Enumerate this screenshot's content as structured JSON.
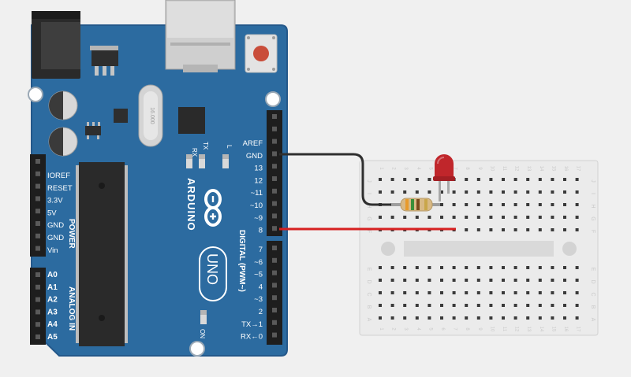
{
  "board": {
    "brand": "ARDUINO",
    "model": "UNO",
    "crystal_marking": "16.000",
    "header_right_upper": [
      "AREF",
      "GND",
      "13",
      "12",
      "~11",
      "~10",
      "~9",
      "8"
    ],
    "header_right_lower": [
      "7",
      "~6",
      "~5",
      "4",
      "~3",
      "2",
      "TX→1",
      "RX←0"
    ],
    "digital_label": "DIGITAL (PWM~)",
    "power_pins": [
      "IOREF",
      "RESET",
      "3.3V",
      "5V",
      "GND",
      "GND",
      "Vin"
    ],
    "power_label": "POWER",
    "analog_pins": [
      "A0",
      "A1",
      "A2",
      "A3",
      "A4",
      "A5"
    ],
    "analog_label": "ANALOG IN",
    "led_labels": [
      "RX",
      "TX",
      "L"
    ],
    "on_label": "ON"
  },
  "breadboard": {
    "row_letters_top": [
      "J",
      "I",
      "H",
      "G",
      "F"
    ],
    "row_letters_bottom": [
      "E",
      "D",
      "C",
      "B",
      "A"
    ],
    "column_count": 17
  },
  "components": {
    "led_color": "#c0262b",
    "resistor_bands": [
      "#e89a2a",
      "#3a8f3a",
      "#7a4a1c",
      "#c9a64a"
    ],
    "wire_gnd_color": "#2f2f2f",
    "wire_signal_color": "#d62020"
  },
  "colors": {
    "board": "#2c6ba0",
    "board_edge": "#24588a",
    "header": "#1e1e1e",
    "breadboard": "#ebebeb"
  }
}
